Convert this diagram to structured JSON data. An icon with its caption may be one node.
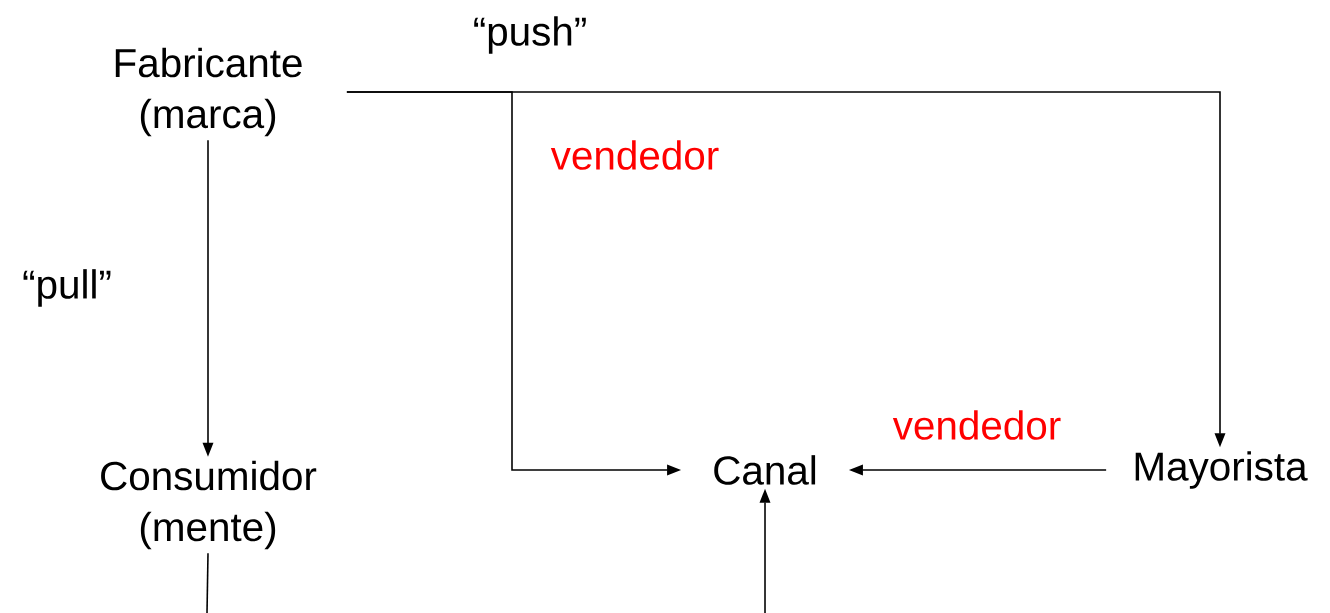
{
  "diagram": {
    "nodes": [
      {
        "text": [
          "Fabricante (marca)"
        ]
      },
      {
        "text": [
          "Consumidor (mente)"
        ]
      },
      {
        "text": [
          "Canal"
        ]
      },
      {
        "text": [
          "Mayorista"
        ]
      }
    ],
    "edges": [
      {
        "from": 0,
        "to": 1,
        "arrow": "to",
        "label": "“pull”"
      },
      {
        "from": 0,
        "to": 3,
        "arrow": "to",
        "label": "“push”"
      },
      {
        "from": 0,
        "to": 2,
        "arrow": "to",
        "label": "vendedor"
      },
      {
        "from": 3,
        "to": 2,
        "arrow": "to",
        "label": "vendedor"
      },
      {
        "from": 1,
        "to": null,
        "arrow": "none"
      },
      {
        "from": null,
        "to": 2,
        "arrow": "to"
      }
    ]
  }
}
